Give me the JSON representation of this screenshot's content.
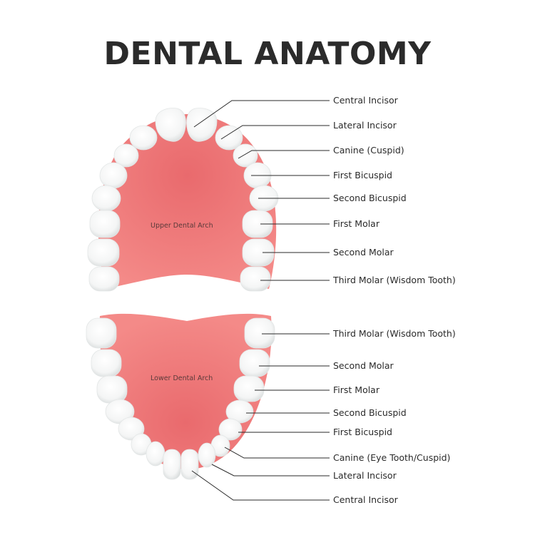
{
  "title": "DENTAL ANATOMY",
  "colors": {
    "gum": "#f08080",
    "gum_dark": "#e86a6c",
    "tooth": "#fafafa",
    "tooth_shadow": "#d8dcdc",
    "leader_line": "#2a2a2a",
    "text": "#2a2a2a"
  },
  "upper_arch": {
    "label": "Upper Dental Arch",
    "callouts": [
      {
        "label": "Central Incisor"
      },
      {
        "label": "Lateral Incisor"
      },
      {
        "label": "Canine (Cuspid)"
      },
      {
        "label": "First Bicuspid"
      },
      {
        "label": "Second Bicuspid"
      },
      {
        "label": "First Molar"
      },
      {
        "label": "Second Molar"
      },
      {
        "label": "Third Molar (Wisdom Tooth)"
      }
    ]
  },
  "lower_arch": {
    "label": "Lower Dental Arch",
    "callouts": [
      {
        "label": "Third Molar (Wisdom Tooth)"
      },
      {
        "label": "Second Molar"
      },
      {
        "label": "First Molar"
      },
      {
        "label": "Second Bicuspid"
      },
      {
        "label": "First Bicuspid"
      },
      {
        "label": "Canine (Eye Tooth/Cuspid)"
      },
      {
        "label": "Lateral Incisor"
      },
      {
        "label": "Central Incisor"
      }
    ]
  }
}
